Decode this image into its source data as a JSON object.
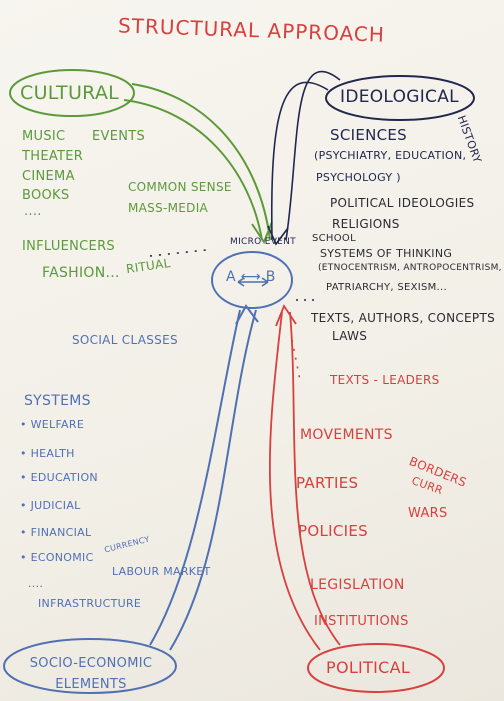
{
  "title": "STRUCTURAL APPROACH",
  "cultural": {
    "heading": "CULTURAL",
    "items": [
      "MUSIC",
      "EVENTS",
      "THEATER",
      "CINEMA",
      "BOOKS",
      "....",
      "COMMON SENSE",
      "MASS-MEDIA",
      "INFLUENCERS",
      "FASHION...",
      "RITUAL"
    ]
  },
  "ideological": {
    "heading": "IDEOLOGICAL",
    "history": "HISTORY",
    "items": [
      "SCIENCES",
      "(PSYCHIATRY, EDUCATION,",
      "PSYCHOLOGY )",
      "POLITICAL IDEOLOGIES",
      "RELIGIONS",
      "SCHOOL",
      "SYSTEMS OF THINKING",
      "(ETNOCENTRISM, ANTROPOCENTRISM,",
      "PATRIARCHY, SEXISM...",
      "TEXTS, AUTHORS, CONCEPTS",
      "LAWS"
    ]
  },
  "center": {
    "micro_event": "MICRO EVENT",
    "relation": "A ⟷ B",
    "social_classes": "SOCIAL CLASSES"
  },
  "socio_economic": {
    "heading": "SOCIO-ECONOMIC ELEMENTS",
    "systems_heading": "SYSTEMS",
    "systems": [
      "• WELFARE",
      "• HEALTH",
      "• EDUCATION",
      "• JUDICIAL",
      "• FINANCIAL",
      "• ECONOMIC"
    ],
    "currency": "CURRENCY",
    "labor_market": "LABOUR MARKET",
    "ellipsis": "....",
    "infrastructure": "INFRASTRUCTURE"
  },
  "political": {
    "heading": "POLITICAL",
    "items": [
      "TEXTS - LEADERS",
      "MOVEMENTS",
      "PARTIES",
      "POLICIES",
      "LEGISLATION",
      "INSTITUTIONS",
      "BORDERS",
      "CURR",
      "WARS"
    ]
  },
  "colors": {
    "red": "#d8403e",
    "green": "#5b9a3a",
    "blue": "#4f71b4",
    "navy": "#22274f",
    "paper": "#f3f1ea"
  }
}
